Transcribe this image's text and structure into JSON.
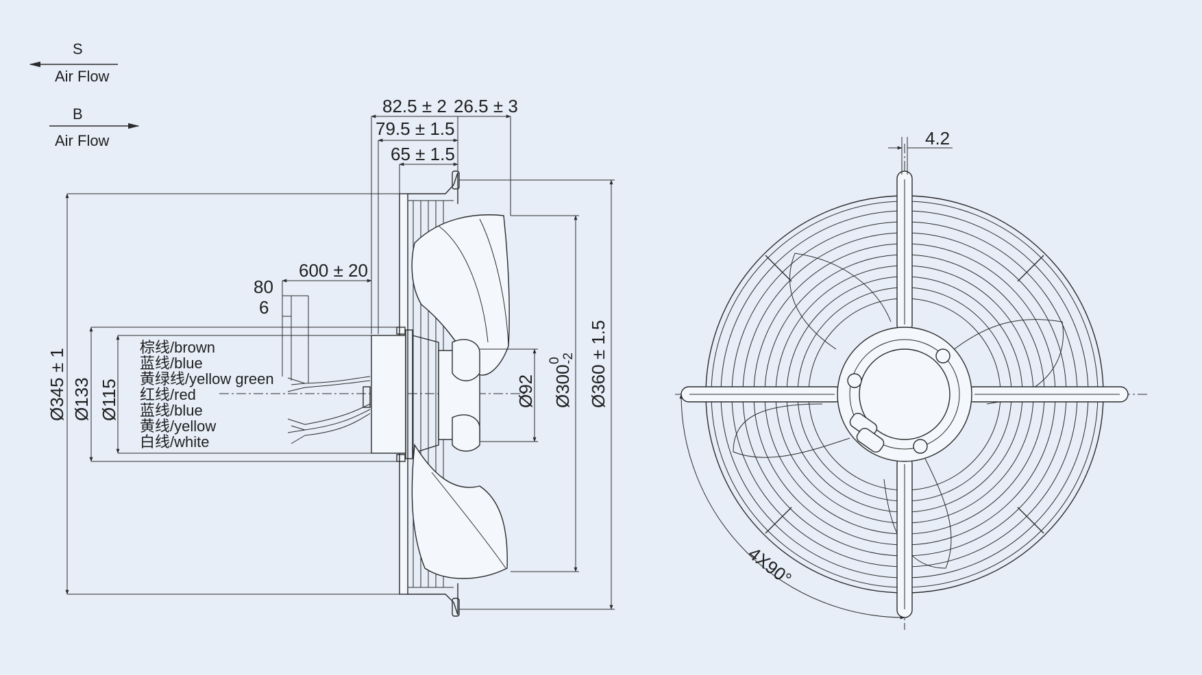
{
  "airflow": {
    "s_label": "S",
    "s_text": "Air Flow",
    "b_label": "B",
    "b_text": "Air Flow"
  },
  "dimensions": {
    "top_82_5": "82.5 ± 2",
    "top_26_5": "26.5 ± 3",
    "top_79_5": "79.5 ± 1.5",
    "top_65": "65 ± 1.5",
    "cable_600": "600 ± 20",
    "cable_80": "80",
    "cable_6": "6",
    "dia_345": "Ø345 ± 1",
    "dia_133": "Ø133",
    "dia_115": "Ø115",
    "dia_92": "Ø92",
    "dia_300": "Ø300",
    "dia_300_upper": "0",
    "dia_300_lower": "-2",
    "dia_360": "Ø360 ± 1.5",
    "hole_4_2": "4.2",
    "angle": "4X90°"
  },
  "wires": [
    "棕线/brown",
    "蓝线/blue",
    "黄绿线/yellow green",
    "红线/red",
    "蓝线/blue",
    "黄线/yellow",
    "白线/white"
  ],
  "colors": {
    "background": "#e7eef8",
    "line": "#2a2a2a"
  }
}
